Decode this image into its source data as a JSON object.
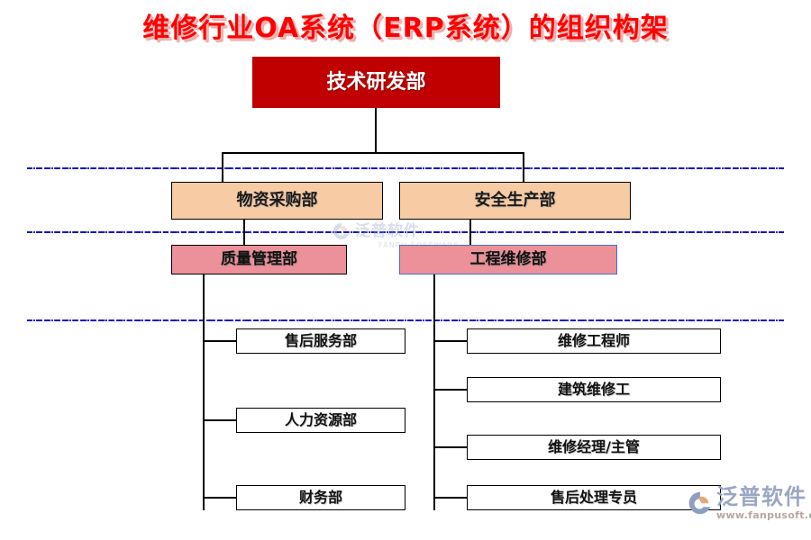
{
  "title": "维修行业OA系统（ERP系统）的组织构架",
  "colors": {
    "title_text": "#FF0000",
    "root_fill": "#C00000",
    "root_text": "#FFFFFF",
    "level2_fill": "#F7CBA4",
    "level3_fill": "#EC9099",
    "leaf_fill": "#FFFFFF",
    "border_black": "#000000",
    "border_blue": "#4472C4",
    "dash_line": "#1414C8"
  },
  "chart_data": {
    "type": "diagram",
    "title": "维修行业OA系统（ERP系统）的组织构架",
    "levels": 4,
    "nodes": [
      {
        "id": "root",
        "label": "技术研发部",
        "level": 1,
        "style": "root"
      },
      {
        "id": "l2a",
        "label": "物资采购部",
        "level": 2,
        "style": "level2",
        "parent": "root"
      },
      {
        "id": "l2b",
        "label": "安全生产部",
        "level": 2,
        "style": "level2",
        "parent": "root"
      },
      {
        "id": "l3a",
        "label": "质量管理部",
        "level": 3,
        "style": "level3",
        "parent": "l2a"
      },
      {
        "id": "l3b",
        "label": "工程维修部",
        "level": 3,
        "style": "level3-blue",
        "parent": "l2b"
      },
      {
        "id": "l4a1",
        "label": "售后服务部",
        "level": 4,
        "style": "leaf",
        "parent": "l3a"
      },
      {
        "id": "l4a2",
        "label": "人力资源部",
        "level": 4,
        "style": "leaf",
        "parent": "l3a"
      },
      {
        "id": "l4a3",
        "label": "财务部",
        "level": 4,
        "style": "leaf",
        "parent": "l3a"
      },
      {
        "id": "l4b1",
        "label": "维修工程师",
        "level": 4,
        "style": "leaf",
        "parent": "l3b"
      },
      {
        "id": "l4b2",
        "label": "建筑维修工",
        "level": 4,
        "style": "leaf",
        "parent": "l3b"
      },
      {
        "id": "l4b3",
        "label": "维修经理/主管",
        "level": 4,
        "style": "leaf",
        "parent": "l3b"
      },
      {
        "id": "l4b4",
        "label": "售后处理专员",
        "level": 4,
        "style": "leaf",
        "parent": "l3b"
      }
    ]
  },
  "nodes": {
    "root": "技术研发部",
    "l2a": "物资采购部",
    "l2b": "安全生产部",
    "l3a": "质量管理部",
    "l3b": "工程维修部",
    "l4a1": "售后服务部",
    "l4a2": "人力资源部",
    "l4a3": "财务部",
    "l4b1": "维修工程师",
    "l4b2": "建筑维修工",
    "l4b3": "维修经理/主管",
    "l4b4": "售后处理专员"
  },
  "watermark": {
    "text_zh": "泛普软件",
    "text_en": "FANPU SOFTWARE"
  },
  "logo": {
    "text_zh": "泛普软件",
    "url": "www.fanpusoft.com"
  }
}
